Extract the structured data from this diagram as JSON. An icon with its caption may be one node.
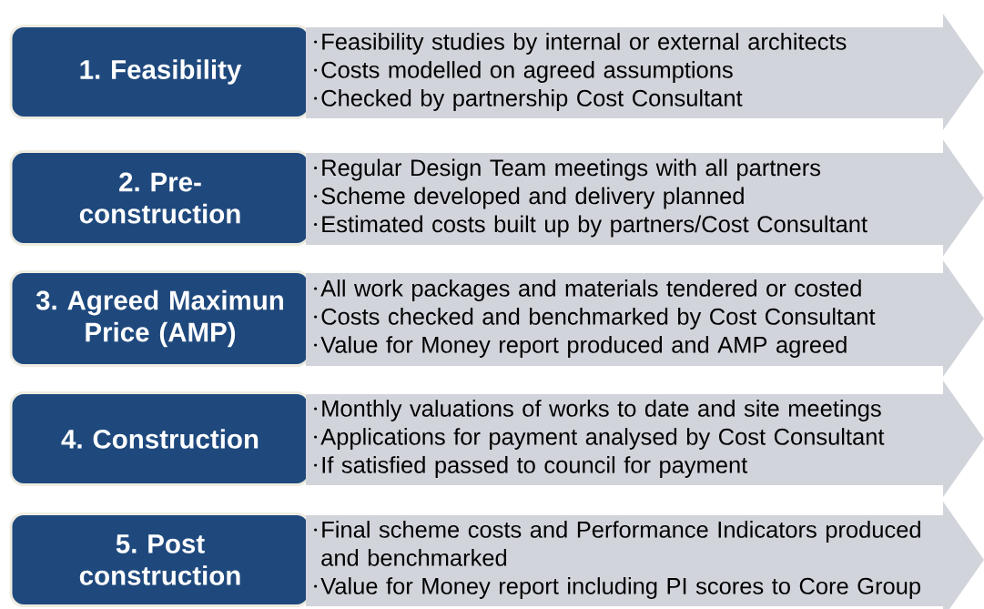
{
  "diagram": {
    "nodes": [
      {
        "text": [
          "1. Feasibility"
        ]
      },
      {
        "text": [
          "Feasibility studies by internal or external architects",
          "Costs modelled on agreed assumptions",
          "Checked by partnership Cost Consultant"
        ]
      },
      {
        "text": [
          "2. Pre-construction"
        ]
      },
      {
        "text": [
          "Regular Design Team meetings with all partners",
          "Scheme developed and delivery planned",
          "Estimated costs built up by partners/Cost Consultant"
        ]
      },
      {
        "text": [
          "3. Agreed Maximun Price (AMP)"
        ]
      },
      {
        "text": [
          "All work packages and materials tendered or costed",
          "Costs checked and benchmarked by Cost Consultant",
          "Value for Money report produced and AMP agreed"
        ]
      },
      {
        "text": [
          "4. Construction"
        ]
      },
      {
        "text": [
          "Monthly valuations of works to date and site meetings",
          "Applications for payment analysed by Cost Consultant",
          "If satisfied passed to council for payment"
        ]
      },
      {
        "text": [
          "5. Post construction"
        ]
      },
      {
        "text": [
          "Final scheme costs and Performance Indicators produced and benchmarked",
          "Value for Money report including PI scores to Core Group"
        ]
      }
    ]
  }
}
